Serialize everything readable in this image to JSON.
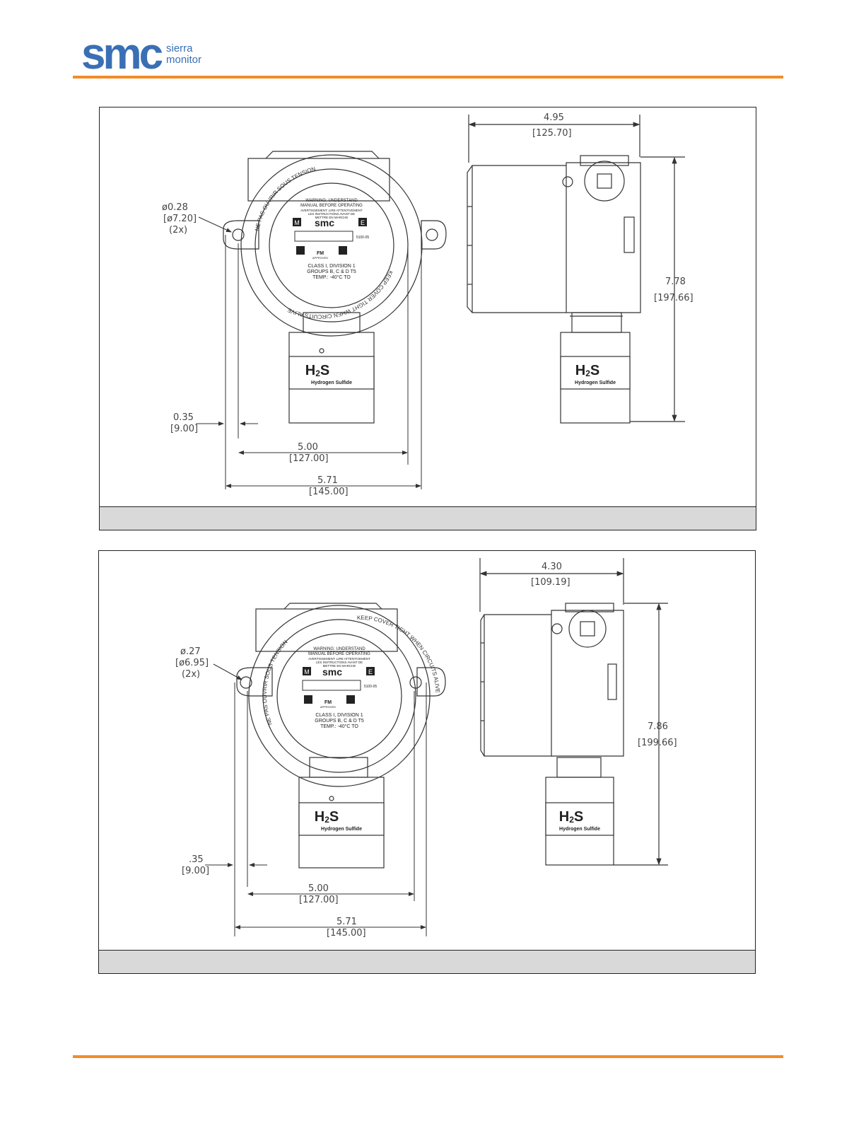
{
  "logo": {
    "letters": "smc",
    "line1": "sierra",
    "line2": "monitor",
    "color": "#3a6fb5"
  },
  "accent_color": "#f28c28",
  "panels": [
    {
      "front": {
        "hole_dia": "ø0.28",
        "hole_dia_mm": "[ø7.20]",
        "hole_count": "(2x)",
        "offset": "0.35",
        "offset_mm": "[9.00]",
        "mount_span": "5.00",
        "mount_span_mm": "[127.00]",
        "overall_width": "5.71",
        "overall_width_mm": "[145.00]",
        "ring_top": "NE PAS OUVRIR SOUS TENSION",
        "ring_bottom": "KEEP COVER TIGHT WHEN CIRCUITS ALIVE",
        "warning1": "WARNING: UNDERSTAND",
        "warning2": "MANUAL BEFORE OPERATING",
        "avert1": "AVERTISSEMENT: LIRE ATTENTIVEMENT",
        "avert2": "LES INSTRUCTIONS AVANT DE",
        "avert3": "METTRE EN MARCHE",
        "btn_m": "M",
        "btn_e": "E",
        "brand": "smc",
        "model": "5100-05",
        "fm": "FM",
        "approved": "APPROVED",
        "class1": "CLASS I, DIVISION 1",
        "class2": "GROUPS B, C & D  T5",
        "class3": "TEMP.: -40°C TO",
        "sensor_formula_h": "H",
        "sensor_formula_2": "2",
        "sensor_formula_s": "S",
        "sensor_name": "Hydrogen Sulfide"
      },
      "side": {
        "depth": "4.95",
        "depth_mm": "[125.70]",
        "height": "7.78",
        "height_mm": "[197.66]",
        "sensor_formula_h": "H",
        "sensor_formula_2": "2",
        "sensor_formula_s": "S",
        "sensor_name": "Hydrogen Sulfide"
      }
    },
    {
      "front": {
        "hole_dia": "ø.27",
        "hole_dia_mm": "[ø6.95]",
        "hole_count": "(2x)",
        "offset": ".35",
        "offset_mm": "[9.00]",
        "mount_span": "5.00",
        "mount_span_mm": "[127.00]",
        "overall_width": "5.71",
        "overall_width_mm": "[145.00]",
        "ring_top": "NE PAS OUVRIR SOUS TENSION",
        "ring_bottom": "KEEP COVER TIGHT WHEN CIRCUITS ALIVE",
        "warning1": "WARNING: UNDERSTAND",
        "warning2": "MANUAL BEFORE OPERATING",
        "avert1": "AVERTISSEMENT: LIRE ATTENTIVEMENT",
        "avert2": "LES INSTRUCTIONS AVANT DE",
        "avert3": "METTRE EN MARCHE",
        "btn_m": "M",
        "btn_e": "E",
        "brand": "smc",
        "model": "5100-05",
        "fm": "FM",
        "approved": "APPROVED",
        "class1": "CLASS I, DIVISION 1",
        "class2": "GROUPS B, C & D  T5",
        "class3": "TEMP.: -40°C TO",
        "sensor_formula_h": "H",
        "sensor_formula_2": "2",
        "sensor_formula_s": "S",
        "sensor_name": "Hydrogen Sulfide"
      },
      "side": {
        "depth": "4.30",
        "depth_mm": "[109.19]",
        "height": "7.86",
        "height_mm": "[199.66]",
        "sensor_formula_h": "H",
        "sensor_formula_2": "2",
        "sensor_formula_s": "S",
        "sensor_name": "Hydrogen Sulfide"
      }
    }
  ]
}
